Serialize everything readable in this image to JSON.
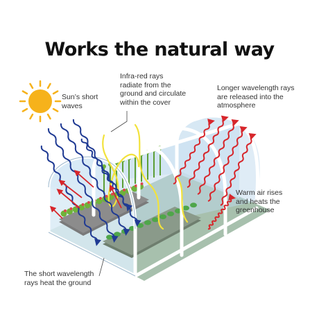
{
  "title": "Works the natural way",
  "labels": {
    "sun": "Sun’s short\nwaves",
    "infrared": "Infra-red rays\nradiate from the\nground and circulate\nwithin the cover",
    "longer": "Longer wavelength rays\nare released into the\natmosphere",
    "warm": "Warm air rises\nand heats the\ngreenhouse",
    "short": "The short wavelength\nrays heat the ground"
  },
  "colors": {
    "sun": "#F6B21B",
    "short_wave": "#1F3A93",
    "long_wave": "#D7262B",
    "infrared": "#F2E23C",
    "cover": "#CFE4F3",
    "frame": "#FFFFFF",
    "plant": "#6FB23A"
  },
  "icons": [
    "sun-icon",
    "greenhouse-icon"
  ]
}
